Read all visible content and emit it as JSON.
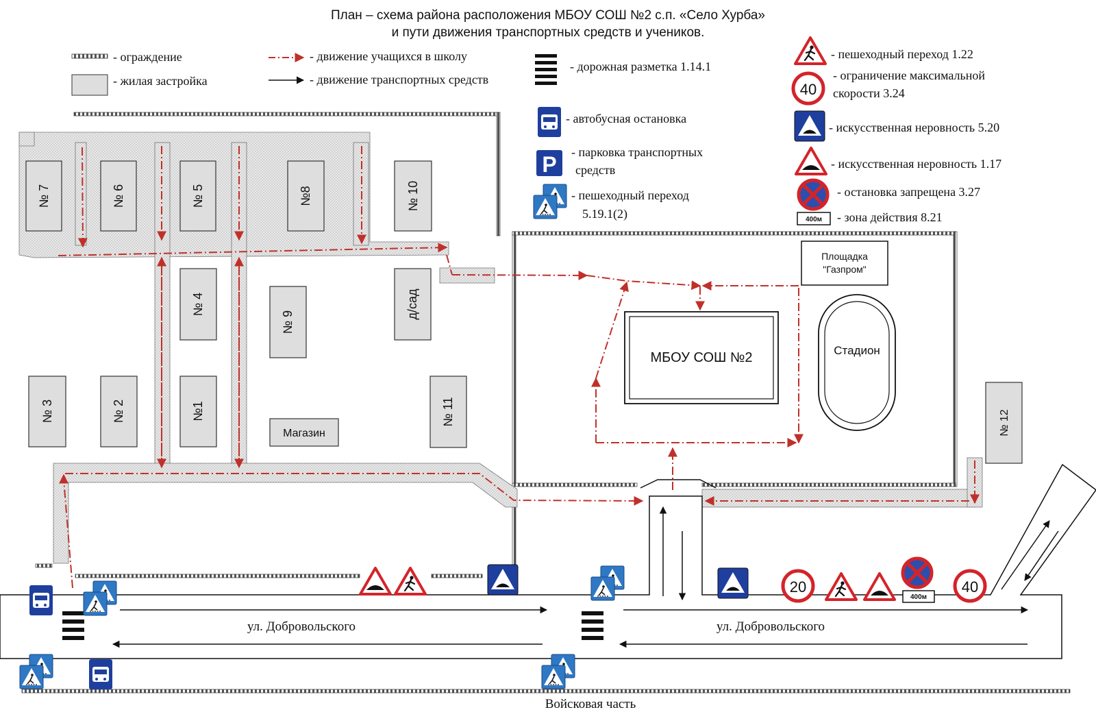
{
  "title": {
    "line1": "План – схема района расположения МБОУ СОШ №2 с.п. «Село Хурба»",
    "line2": "и пути движения транспортных средств и учеников."
  },
  "legend": {
    "fence": "- ограждение",
    "residential": "- жилая застройка",
    "students": "- движение учащихся в школу",
    "vehicles": "- движение транспортных средств",
    "marking": "- дорожная разметка 1.14.1",
    "bus_stop": "- автобусная остановка",
    "parking_line1": "- парковка транспортных",
    "parking_line2": "средств",
    "ped_cross_5191_line1": "- пешеходный переход",
    "ped_cross_5191_line2": "5.19.1(2)",
    "ped_cross_122": "- пешеходный переход 1.22",
    "speed_limit_line1": "- ограничение максимальной",
    "speed_limit_line2": "скорости 3.24",
    "speed_limit_value": "40",
    "bump_520": "- искусственная неровность 5.20",
    "bump_117": "- искусственная неровность 1.17",
    "no_stopping": "- остановка запрещена 3.27",
    "zone_821": "- зона действия 8.21",
    "zone_plate": "400м",
    "parking_letter": "P"
  },
  "buildings": {
    "b7": "№ 7",
    "b6": "№ 6",
    "b5": "№ 5",
    "b8": "№8",
    "b10": "№ 10",
    "b4": "№ 4",
    "b9": "№ 9",
    "kindergarten": "д/сад",
    "b3": "№ 3",
    "b2": "№ 2",
    "b1": "№1",
    "shop": "Магазин",
    "b11": "№ 11",
    "b12": "№ 12"
  },
  "school": {
    "name": "МБОУ СОШ №2",
    "stadium": "Стадион",
    "playground_line1": "Площадка",
    "playground_line2": "\"Газпром\""
  },
  "road": {
    "street_left": "ул. Добровольского",
    "street_right": "ул. Добровольского",
    "bottom_label": "Войсковая часть",
    "speed_20": "20",
    "speed_40": "40",
    "zone_plate": "400м"
  },
  "colors": {
    "route": "#c0302a",
    "building_fill": "#dedede",
    "sign_red": "#d3242a",
    "sign_blue": "#1f3f9e"
  }
}
